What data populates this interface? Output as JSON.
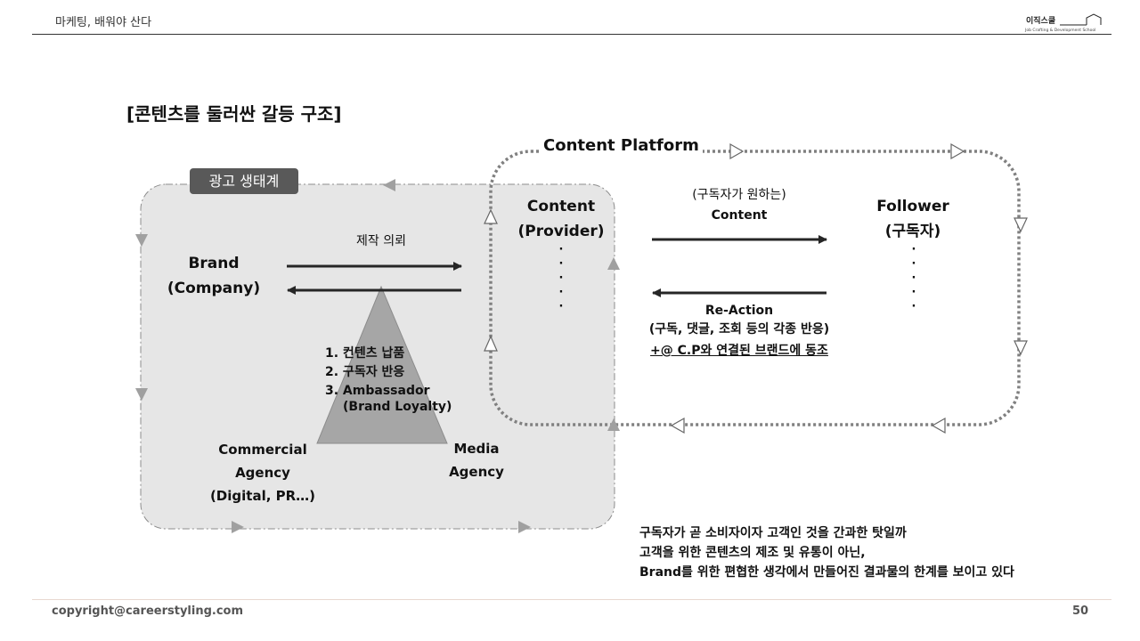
{
  "header": {
    "title": "마케팅, 배워야 산다",
    "logo_text": "이직스쿨",
    "logo_sub": "Job Crafting & Development School"
  },
  "main_title": "[콘텐츠를 둘러싼 갈등 구조]",
  "ad_ecosystem_label": "광고 생태계",
  "platform_label": "Content Platform",
  "brand": {
    "line1": "Brand",
    "line2": "(Company)"
  },
  "production_request": "제작 의뢰",
  "provider": {
    "line1": "Content",
    "line2": "(Provider)"
  },
  "follower": {
    "line1": "Follower",
    "line2": "(구독자)"
  },
  "wanted": {
    "line1": "(구독자가 원하는)",
    "line2": "Content"
  },
  "reaction": {
    "line1": "Re-Action",
    "line2": "(구독, 댓글, 조회 등의 각종 반응)",
    "line3": "+@ C.P와 연결된 브랜드에 동조"
  },
  "triangle_list": {
    "item1": "1. 컨텐츠 납품",
    "item2": "2. 구독자 반응",
    "item3": "3. Ambassador",
    "item3_sub": "(Brand Loyalty)"
  },
  "commercial": {
    "line1": "Commercial",
    "line2": "Agency",
    "line3": "(Digital, PR…)"
  },
  "media": {
    "line1": "Media",
    "line2": "Agency"
  },
  "note": {
    "line1": "구독자가 곧 소비자이자 고객인 것을 간과한 탓일까",
    "line2": "고객을 위한 콘텐츠의 제조 및 유통이 아닌,",
    "line3": "Brand를 위한 편협한 생각에서 만들어진 결과물의 한계를 보이고 있다"
  },
  "footer": {
    "copyright": "copyright@careerstyling.com",
    "page": "50"
  },
  "colors": {
    "ad_box_fill": "#e6e6e6",
    "ad_label_bg": "#595959",
    "triangle": "#a6a6a6",
    "dotted": "#808080",
    "arrow": "#262626"
  }
}
